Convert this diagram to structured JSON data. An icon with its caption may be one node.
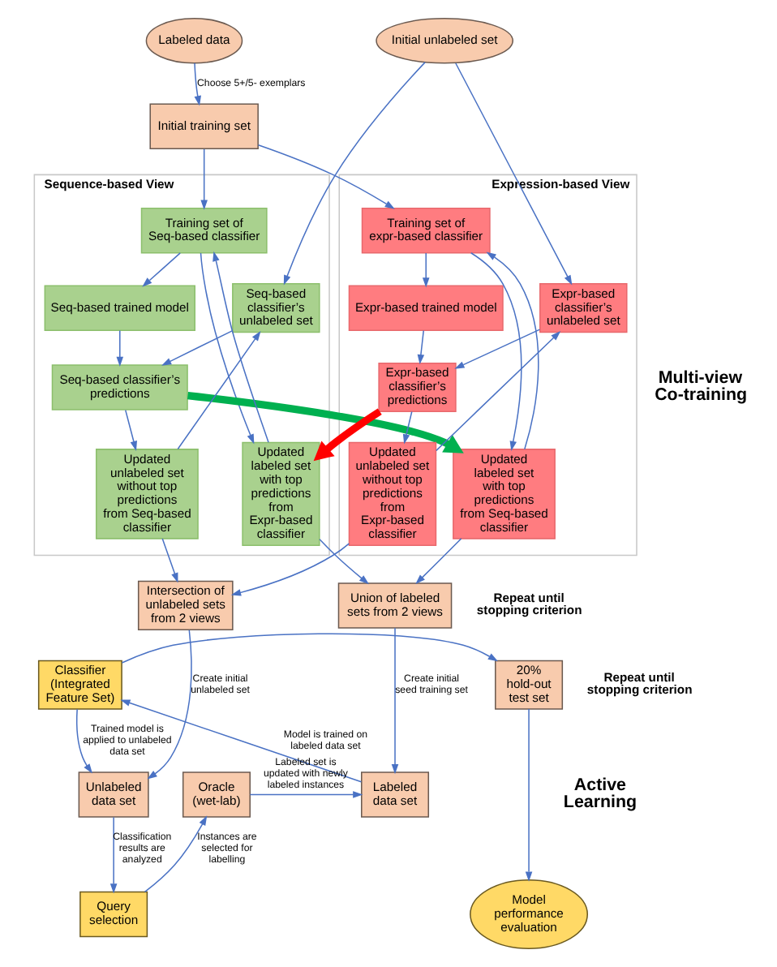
{
  "diagram": {
    "nodes": [
      {
        "text": [
          "Initial unlabeled set"
        ]
      },
      {
        "text": [
          "Labeled data"
        ]
      },
      {
        "text": [
          "Initial training set"
        ]
      },
      {
        "text": [
          "Sequence-based View"
        ]
      },
      {
        "text": [
          "Training set of Seq-based classifier"
        ],
        "in": 3
      },
      {
        "text": [
          "Seq-based classifier’s unlabeled set"
        ],
        "in": 3
      },
      {
        "text": [
          "Seq-based trained model"
        ],
        "in": 3
      },
      {
        "text": [
          "Seq-based classifier’s predictions"
        ],
        "in": 3
      },
      {
        "text": [
          "Updated unlabeled set without top predictions from Seq-based classifier"
        ],
        "in": 3
      },
      {
        "text": [
          "Updated labeled set with top predictions from Expr-based classifier"
        ],
        "in": 3
      },
      {
        "text": [
          "Expression-based View"
        ]
      },
      {
        "text": [
          "Training set of expr-based classifier"
        ],
        "in": 10
      },
      {
        "text": [
          "Expr-based trained model"
        ],
        "in": 10
      },
      {
        "text": [
          "Expr-based classifier’s unlabeled set"
        ],
        "in": 10
      },
      {
        "text": [
          "Expr-based classifier’s predictions"
        ],
        "in": 10
      },
      {
        "text": [
          "Updated labeled set with top predictions from Seq-based classifier"
        ],
        "in": 10
      },
      {
        "text": [
          "Updated unlabeled set without top predictions from Expr-based classifier"
        ],
        "in": 10
      },
      {
        "text": [
          "Union of labeled sets from 2 views"
        ]
      },
      {
        "text": [
          "Intersection of unlabeled sets from 2 views"
        ]
      },
      {
        "text": [
          "20% hold-out test set"
        ]
      },
      {
        "text": [
          "Classifier (Integrated Feature Set)"
        ]
      },
      {
        "text": [
          "Labeled data set"
        ]
      },
      {
        "text": [
          "Oracle (wet-lab)"
        ]
      },
      {
        "text": [
          "Unlabeled data set"
        ]
      },
      {
        "text": [
          "Query selection"
        ]
      },
      {
        "text": [
          "Model performance evaluation"
        ]
      }
    ],
    "edges": [
      {
        "from": 0,
        "to": 5,
        "arrow": "to"
      },
      {
        "from": 0,
        "to": 13,
        "arrow": "to"
      },
      {
        "from": 1,
        "to": 2,
        "arrow": "to",
        "label": "Choose 5+/5- exemplars"
      },
      {
        "from": 2,
        "to": 4,
        "arrow": "to"
      },
      {
        "from": 2,
        "to": 11,
        "arrow": "to"
      },
      {
        "from": 4,
        "to": 6,
        "arrow": "to"
      },
      {
        "from": 6,
        "to": 7,
        "arrow": "to"
      },
      {
        "from": 5,
        "to": 7,
        "arrow": "to"
      },
      {
        "from": 7,
        "to": 8,
        "arrow": "to"
      },
      {
        "from": 4,
        "to": 9,
        "arrow": "to"
      },
      {
        "from": 9,
        "to": 4,
        "arrow": "to"
      },
      {
        "from": 8,
        "to": 5,
        "arrow": "to"
      },
      {
        "from": 7,
        "to": 15,
        "arrow": "to",
        "style": "thick",
        "color": "#00b050"
      },
      {
        "from": 11,
        "to": 12,
        "arrow": "to"
      },
      {
        "from": 12,
        "to": 14,
        "arrow": "to"
      },
      {
        "from": 13,
        "to": 14,
        "arrow": "to"
      },
      {
        "from": 14,
        "to": 16,
        "arrow": "to"
      },
      {
        "from": 14,
        "to": 9,
        "arrow": "to",
        "style": "thick",
        "color": "#ff0000"
      },
      {
        "from": 11,
        "to": 15,
        "arrow": "to"
      },
      {
        "from": 15,
        "to": 11,
        "arrow": "to"
      },
      {
        "from": 16,
        "to": 13,
        "arrow": "to"
      },
      {
        "from": 9,
        "to": 17,
        "arrow": "to"
      },
      {
        "from": 15,
        "to": 17,
        "arrow": "to"
      },
      {
        "from": 8,
        "to": 18,
        "arrow": "to"
      },
      {
        "from": 16,
        "to": 18,
        "arrow": "to"
      },
      {
        "from": 17,
        "to": 21,
        "arrow": "to",
        "label": "Create initial seed training set"
      },
      {
        "from": 18,
        "to": 23,
        "arrow": "to",
        "label": "Create initial unlabeled set"
      },
      {
        "from": 20,
        "to": 19,
        "arrow": "to"
      },
      {
        "from": 19,
        "to": 25,
        "arrow": "to"
      },
      {
        "from": 21,
        "to": 20,
        "arrow": "to",
        "label": "Model is trained on labeled data set"
      },
      {
        "from": 20,
        "to": 23,
        "arrow": "to",
        "label": "Trained model is applied to unlabeled data set"
      },
      {
        "from": 23,
        "to": 24,
        "arrow": "to",
        "label": "Classification results are analyzed"
      },
      {
        "from": 24,
        "to": 22,
        "arrow": "to",
        "label": "Instances are selected for labelling"
      },
      {
        "from": 22,
        "to": 21,
        "arrow": "to",
        "label": "Labeled set is updated with newly labeled instances"
      }
    ],
    "labels": [
      "Multi-view Co-training",
      "Repeat until stopping criterion",
      "Repeat until stopping criterion",
      "Active Learning"
    ]
  }
}
